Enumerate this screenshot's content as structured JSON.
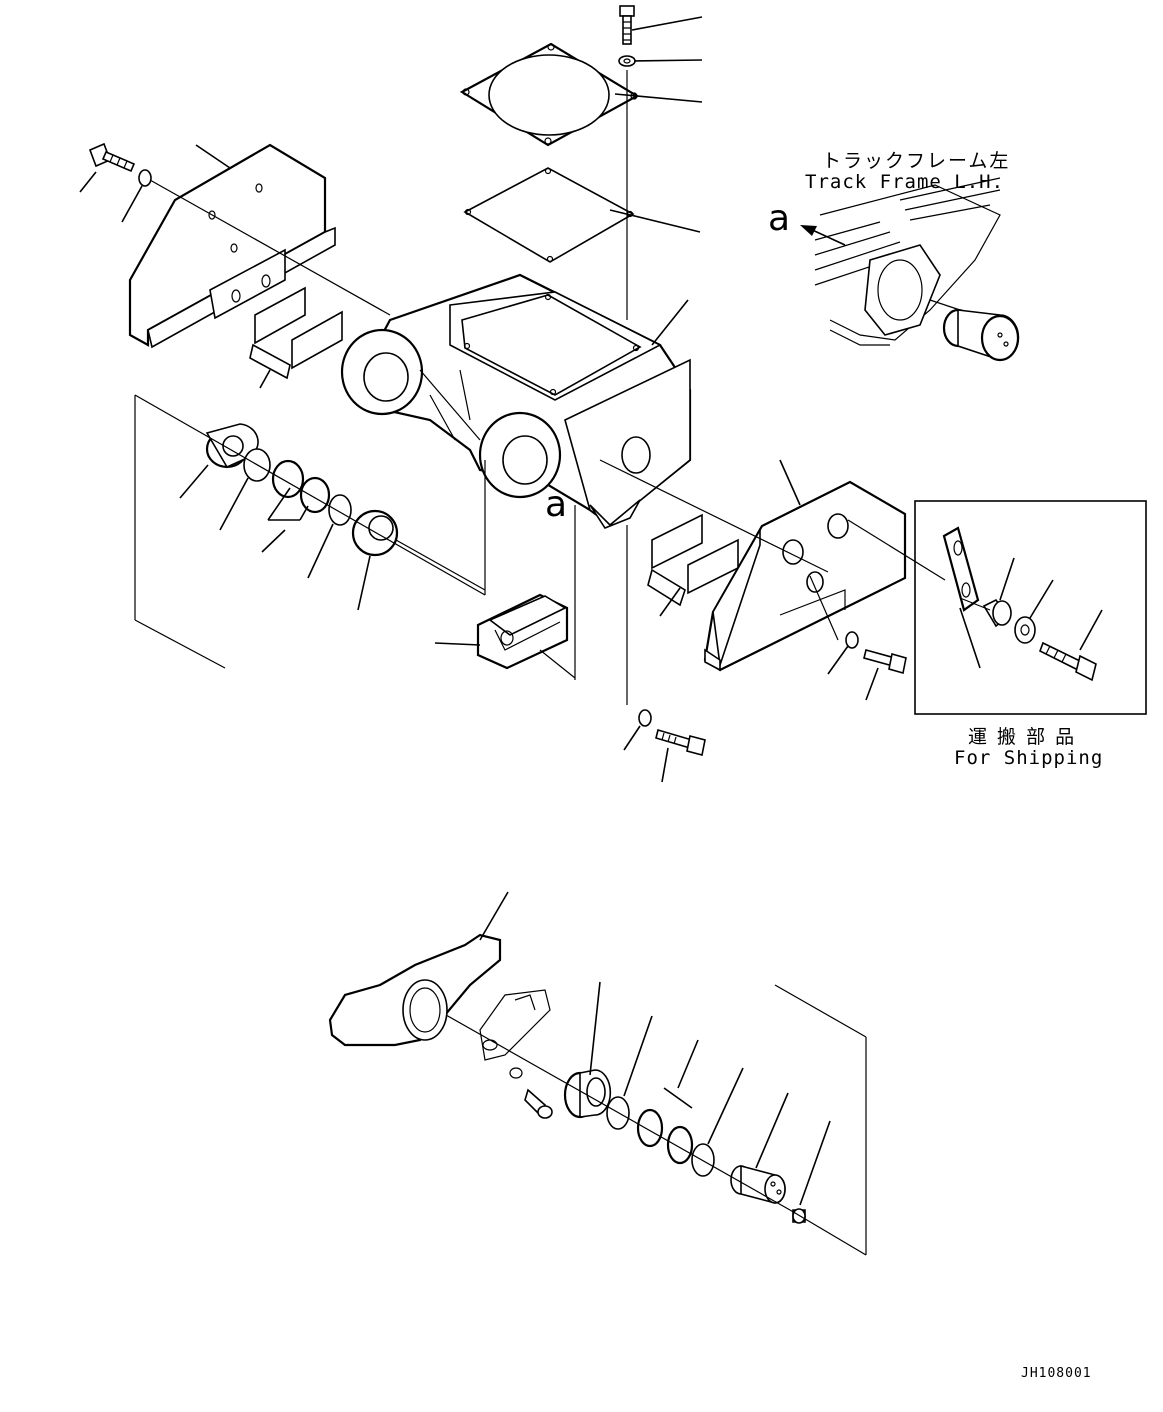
{
  "labels": {
    "track_frame_jp": "トラックフレーム左",
    "track_frame_en": "Track Frame L.H.",
    "shipping_jp": "運 搬 部 品",
    "shipping_en": "For Shipping",
    "view_ref_a_detail": "a",
    "view_ref_a_main": "a",
    "drawing_code": "JH108001"
  }
}
